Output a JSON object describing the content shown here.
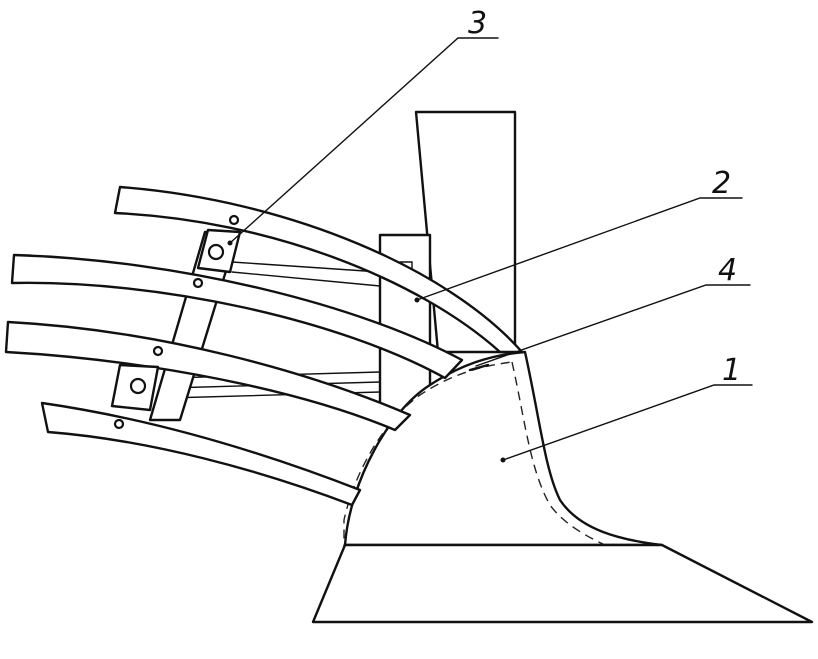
{
  "callouts": [
    {
      "id": "label-3",
      "text": "3"
    },
    {
      "id": "label-2",
      "text": "2"
    },
    {
      "id": "label-4",
      "text": "4"
    },
    {
      "id": "label-1",
      "text": "1"
    }
  ]
}
